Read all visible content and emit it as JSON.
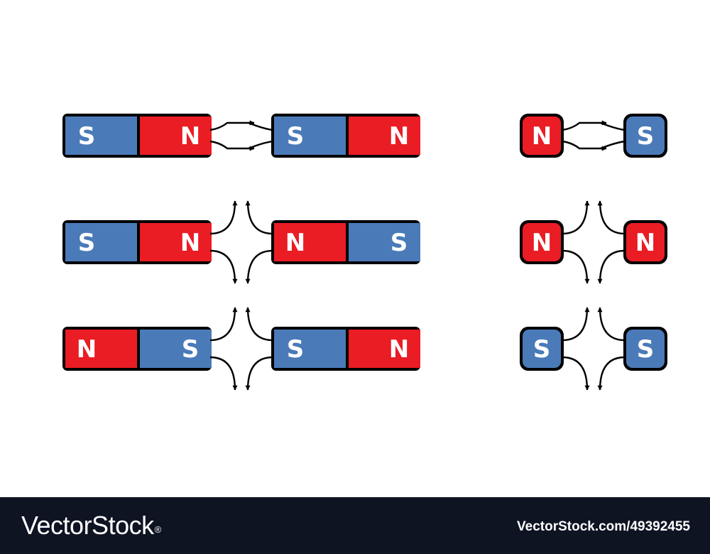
{
  "colors": {
    "north": "#ea1c24",
    "south": "#4a7ab8",
    "outline": "#000000",
    "footer_bg": "#0f1423"
  },
  "rows": [
    {
      "interaction": "attract",
      "long": {
        "left": [
          "S",
          "N"
        ],
        "right": [
          "S",
          "N"
        ]
      },
      "short": {
        "left": "N",
        "right": "S"
      }
    },
    {
      "interaction": "repel",
      "long": {
        "left": [
          "S",
          "N"
        ],
        "right": [
          "N",
          "S"
        ]
      },
      "short": {
        "left": "N",
        "right": "N"
      }
    },
    {
      "interaction": "repel",
      "long": {
        "left": [
          "N",
          "S"
        ],
        "right": [
          "S",
          "N"
        ]
      },
      "short": {
        "left": "S",
        "right": "S"
      }
    }
  ],
  "footer": {
    "brand": "VectorStock",
    "registered": "®",
    "credit": "VectorStock.com/49392455"
  }
}
